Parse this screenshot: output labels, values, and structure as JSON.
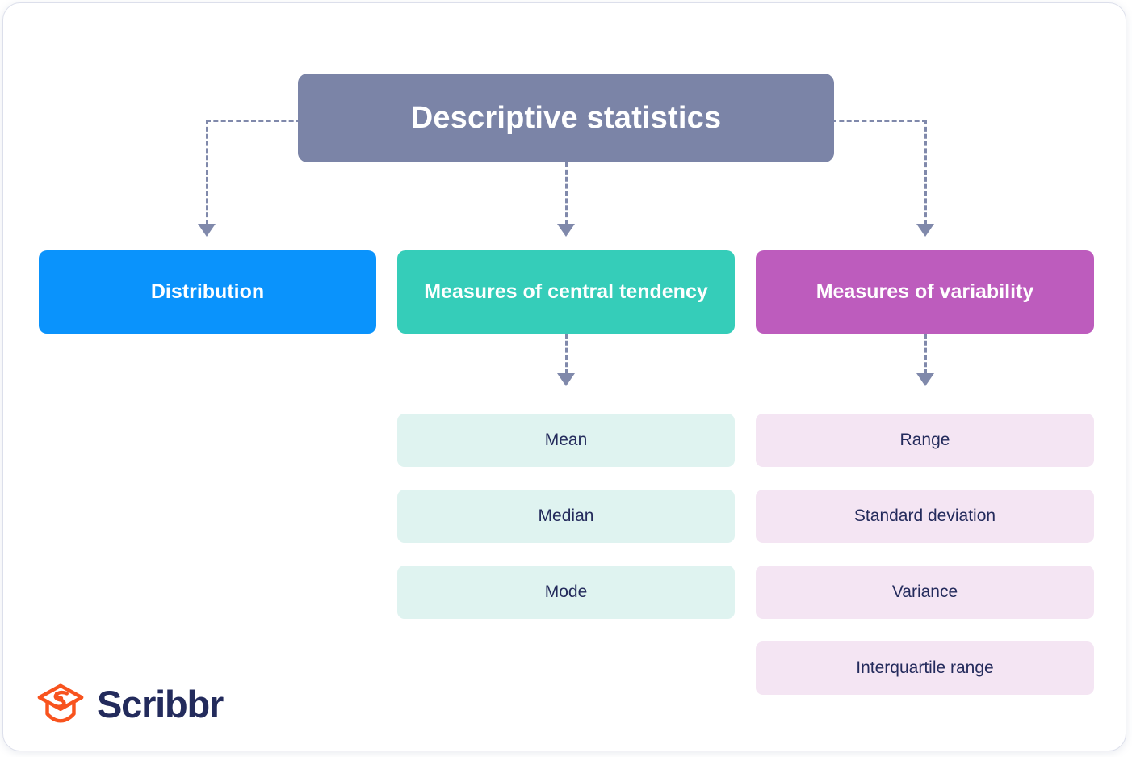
{
  "diagram": {
    "type": "flowchart",
    "title": "Descriptive statistics",
    "root": {
      "label": "Descriptive statistics",
      "color": "#7b84a7"
    },
    "branches": [
      {
        "label": "Distribution",
        "color": "#0a93fc",
        "children": []
      },
      {
        "label": "Measures of central tendency",
        "color": "#35cdb9",
        "child_color": "#dff3f0",
        "children": [
          "Mean",
          "Median",
          "Mode"
        ]
      },
      {
        "label": "Measures of variability",
        "color": "#bd5cbd",
        "child_color": "#f4e5f3",
        "children": [
          "Range",
          "Standard deviation",
          "Variance",
          "Interquartile range"
        ]
      }
    ],
    "connector_color": "#8089ab",
    "leaf_text_color": "#242b5c"
  },
  "branding": {
    "name": "Scribbr",
    "mark_color": "#f8531e",
    "word_color": "#232b5c"
  }
}
